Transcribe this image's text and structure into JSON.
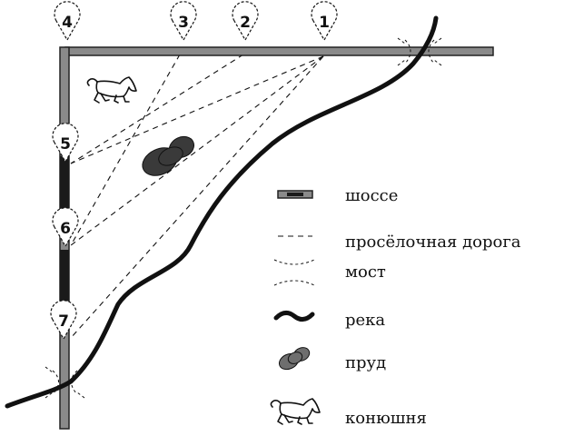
{
  "points": [
    {
      "id": "point-1",
      "label": "1"
    },
    {
      "id": "point-2",
      "label": "2"
    },
    {
      "id": "point-3",
      "label": "3"
    },
    {
      "id": "point-4",
      "label": "4"
    },
    {
      "id": "point-5",
      "label": "5"
    },
    {
      "id": "point-6",
      "label": "6"
    },
    {
      "id": "point-7",
      "label": "7"
    }
  ],
  "legend": {
    "highway": "шоссе",
    "dirt_road": "просёлочная дорога",
    "bridge": "мост",
    "river": "река",
    "pond": "пруд",
    "stable": "конюшня"
  },
  "icons": {
    "stable": "horse-icon",
    "pond": "pond-shape",
    "river": "wave-line",
    "bridge": "bridge-marks"
  }
}
